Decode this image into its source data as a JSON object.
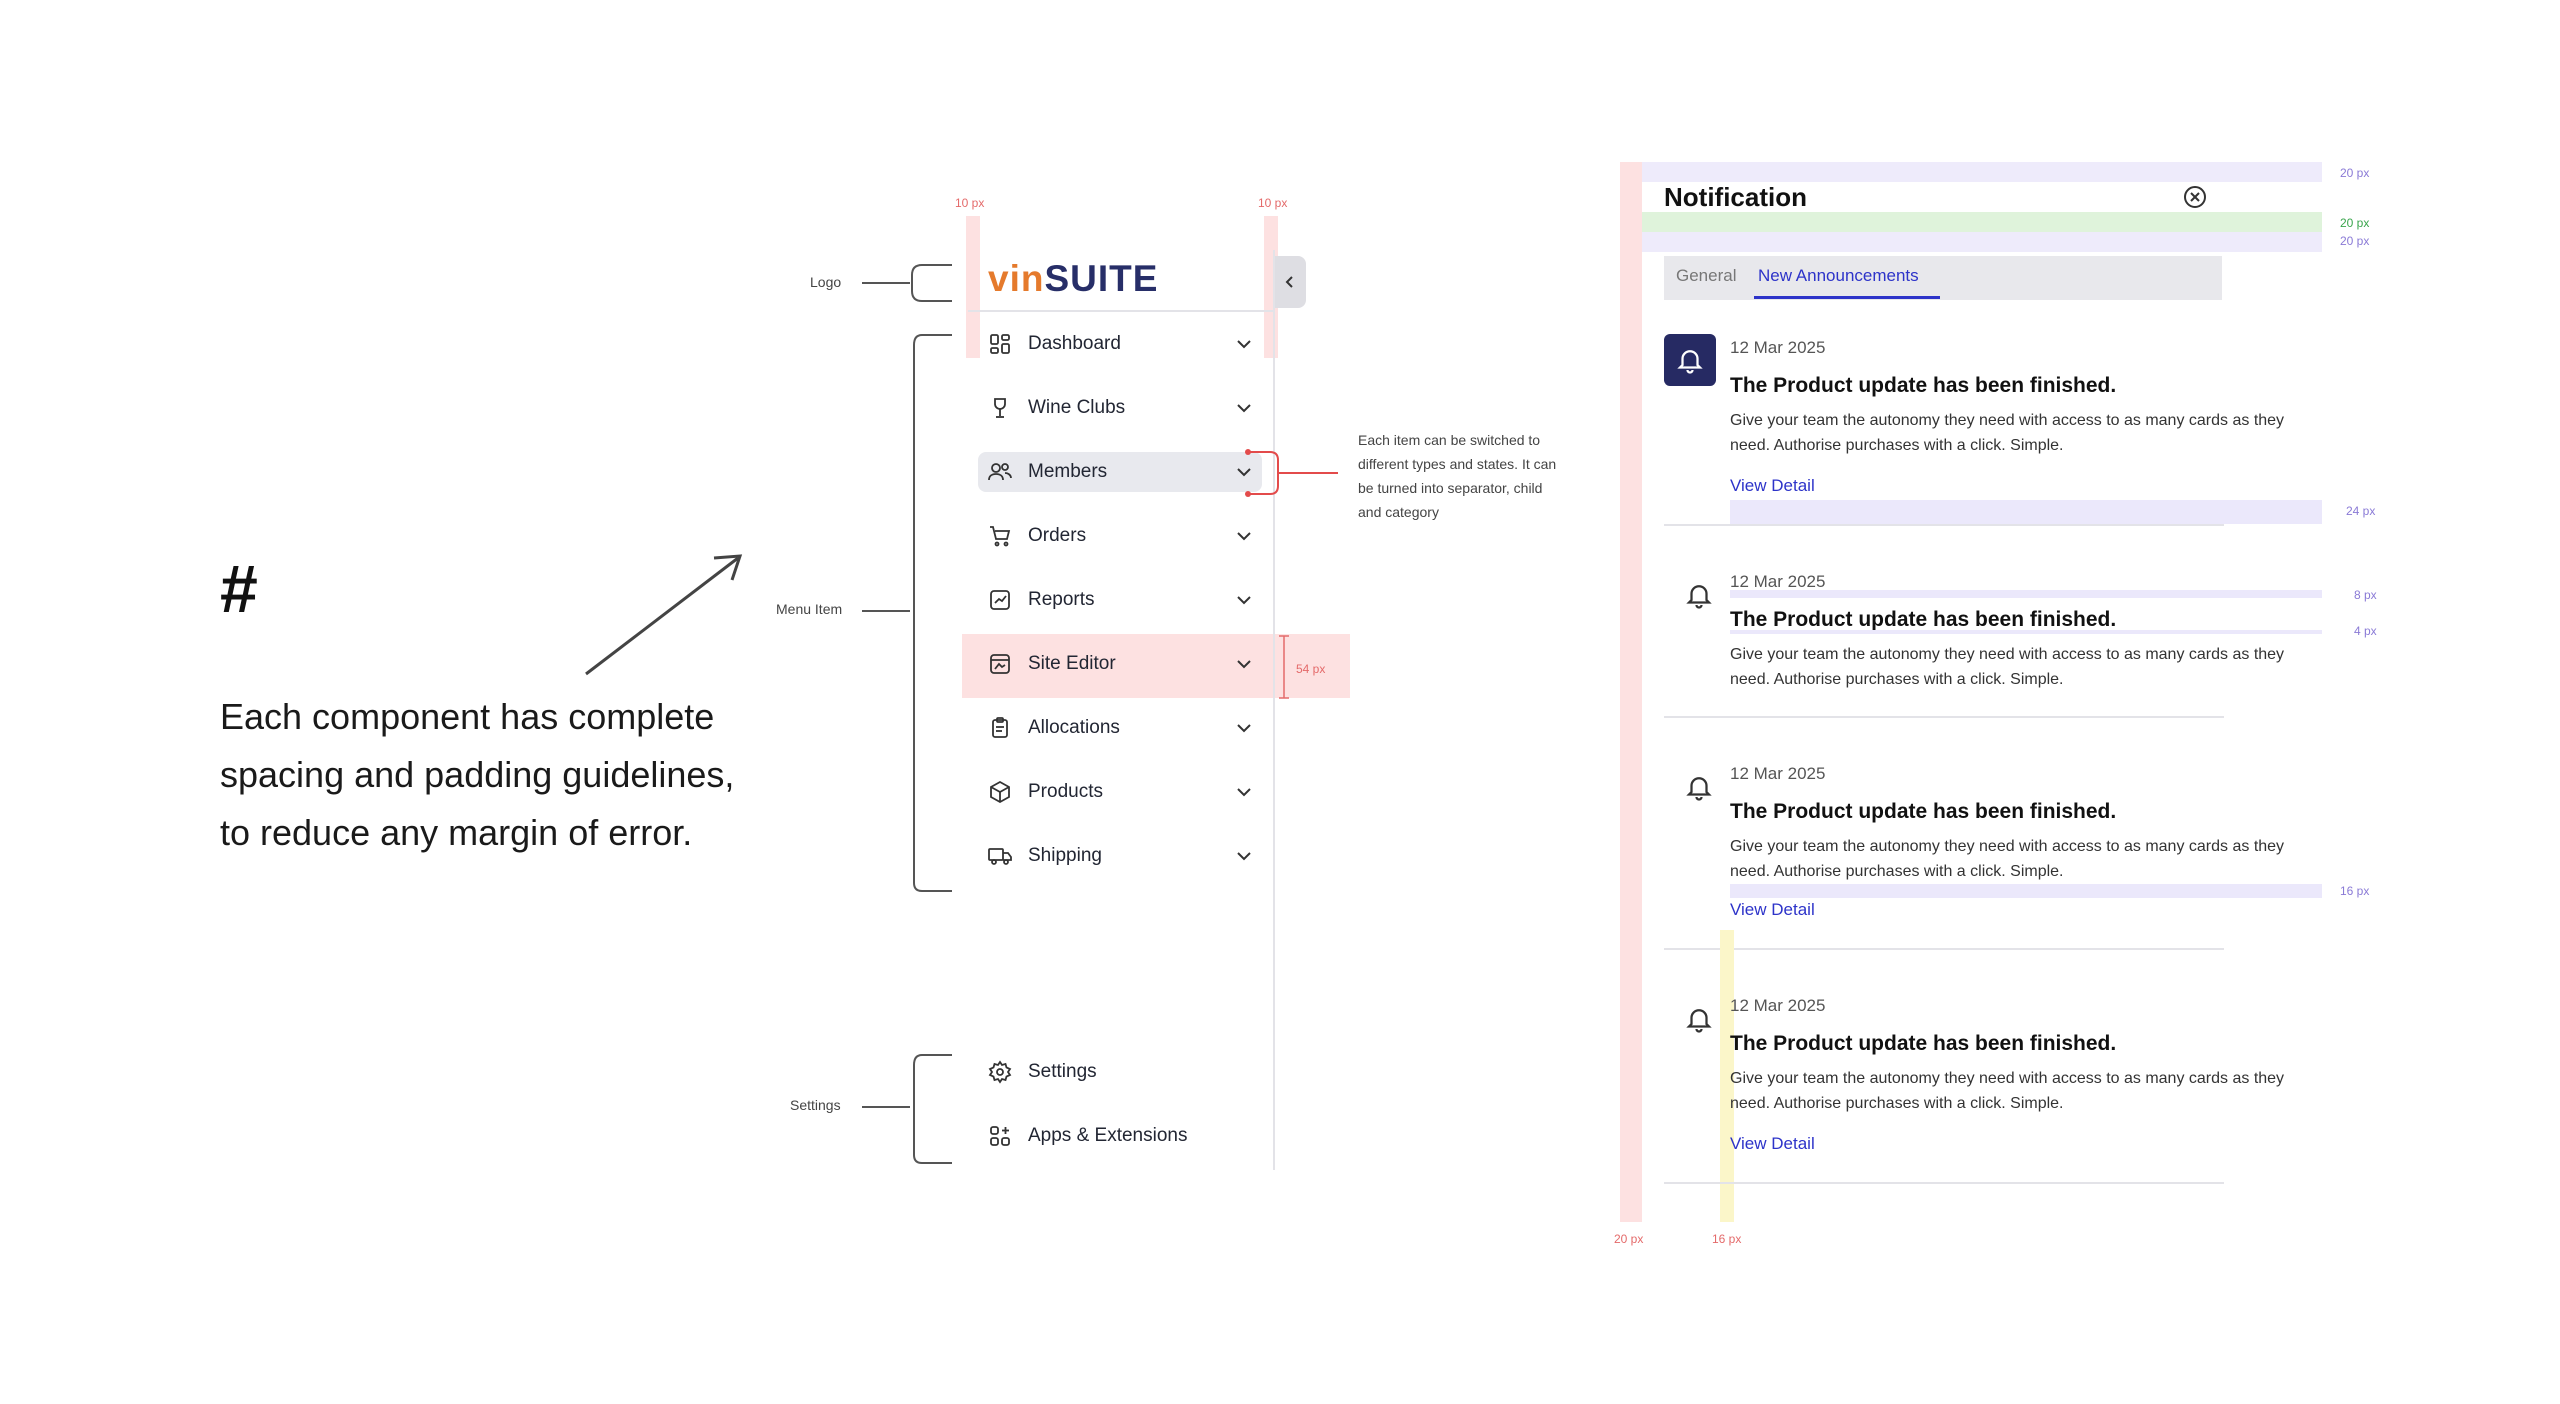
{
  "intro": {
    "hash": "#",
    "text": "Each component has complete spacing and padding guidelines, to reduce any margin of error."
  },
  "annotations": {
    "logo": "Logo",
    "menu_item": "Menu Item",
    "settings": "Settings",
    "item_note": "Each item can be switched to different types and states. It can be turned into separator, child and category",
    "px_10_left": "10 px",
    "px_10_right": "10 px",
    "px_54": "54 px",
    "px_20_top": "20 px",
    "px_20_green": "20 px",
    "px_20_mid": "20 px",
    "px_24": "24 px",
    "px_8": "8 px",
    "px_4": "4 px",
    "px_16_right": "16 px",
    "px_20_bottom": "20 px",
    "px_16_bottom": "16 px"
  },
  "colors": {
    "accent": "#2d33c9",
    "brand_orange": "#e57a2c",
    "brand_navy": "#272e68",
    "guide_red": "#fde1e1",
    "guide_purple": "#eeebfb",
    "guide_green": "#dff3db",
    "guide_yellow": "#fbf6c9"
  },
  "sidebar": {
    "logo_vin": "vin",
    "logo_suite": "SUITE",
    "items": [
      {
        "label": "Dashboard",
        "icon": "dashboard-icon"
      },
      {
        "label": "Wine Clubs",
        "icon": "wine-glass-icon"
      },
      {
        "label": "Members",
        "icon": "users-icon",
        "active": true
      },
      {
        "label": "Orders",
        "icon": "cart-icon"
      },
      {
        "label": "Reports",
        "icon": "chart-icon"
      },
      {
        "label": "Site Editor",
        "icon": "site-editor-icon"
      },
      {
        "label": "Allocations",
        "icon": "clipboard-icon"
      },
      {
        "label": "Products",
        "icon": "box-icon"
      },
      {
        "label": "Shipping",
        "icon": "truck-icon"
      }
    ],
    "footer_items": [
      {
        "label": "Settings",
        "icon": "gear-icon"
      },
      {
        "label": "Apps & Extensions",
        "icon": "apps-icon"
      }
    ]
  },
  "notification": {
    "title": "Notification",
    "tabs": [
      {
        "label": "General",
        "active": false
      },
      {
        "label": "New Announcements",
        "active": true
      }
    ],
    "cards": [
      {
        "date": "12 Mar 2025",
        "title": "The Product update has been finished.",
        "body": "Give your team the autonomy they need with access to as many cards as they need. Authorise purchases with a click. Simple.",
        "link": "View Detail"
      },
      {
        "date": "12 Mar 2025",
        "title": "The Product update has been finished.",
        "body": "Give your team the autonomy they need with access to as many cards as they need. Authorise purchases with a click. Simple.",
        "link": ""
      },
      {
        "date": "12 Mar 2025",
        "title": "The Product update has been finished.",
        "body": "Give your team the autonomy they need with access to as many cards as they need. Authorise purchases with a click. Simple.",
        "link": "View Detail"
      },
      {
        "date": "12 Mar 2025",
        "title": "The Product update has been finished.",
        "body": "Give your team the autonomy they need with access to as many cards as they need. Authorise purchases with a click. Simple.",
        "link": "View Detail"
      }
    ]
  }
}
